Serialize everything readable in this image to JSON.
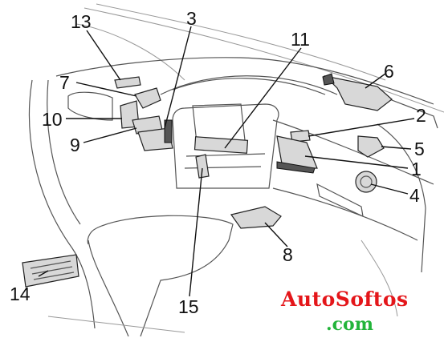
{
  "diagram": {
    "callouts": [
      "1",
      "2",
      "3",
      "4",
      "5",
      "6",
      "7",
      "8",
      "9",
      "10",
      "11",
      "13",
      "14",
      "15"
    ],
    "watermark": {
      "line1": "AutoSoftos",
      "line2": ".com",
      "line1_color": "#e4161a",
      "line2_color": "#22b43a"
    }
  }
}
